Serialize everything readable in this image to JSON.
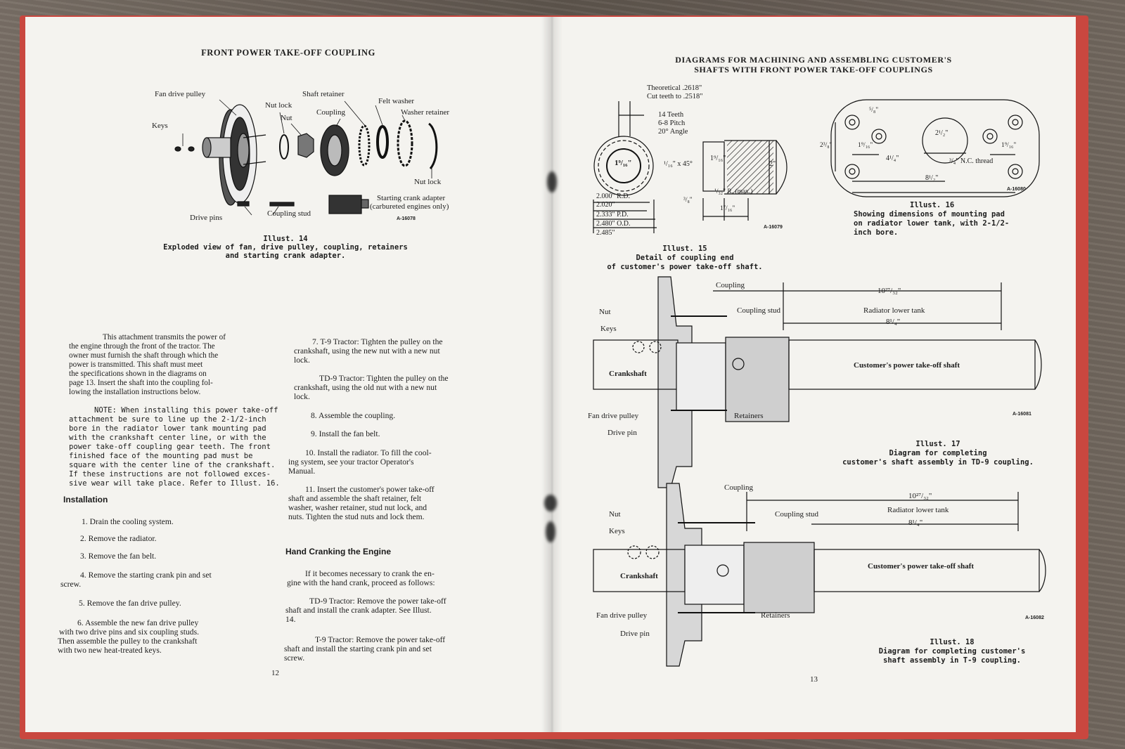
{
  "left_page": {
    "title": "FRONT POWER TAKE-OFF COUPLING",
    "illust14": {
      "labels": {
        "fan_drive_pulley": "Fan drive pulley",
        "nut_lock_top": "Nut lock",
        "nut": "Nut",
        "keys": "Keys",
        "shaft_retainer": "Shaft retainer",
        "coupling": "Coupling",
        "felt_washer": "Felt washer",
        "washer_retainer": "Washer retainer",
        "nut_lock_bottom": "Nut lock",
        "starting_crank_adapter": "Starting crank adapter",
        "carbureted": "(carbureted engines only)",
        "coupling_stud": "Coupling stud",
        "drive_pins": "Drive pins",
        "code": "A-16078"
      },
      "caption_title": "Illust. 14",
      "caption_line1": "Exploded view of fan, drive pulley, coupling, retainers",
      "caption_line2": "and starting crank adapter."
    },
    "intro": [
      "This attachment transmits the power of",
      "the engine through the front of the tractor. The",
      "owner must furnish the shaft through which the",
      "power is transmitted.  This shaft must meet",
      "the specifications shown in the diagrams on",
      "page 13.  Insert the shaft into the coupling fol-",
      "lowing the installation instructions below."
    ],
    "note": [
      "NOTE: When installing this power take-off",
      "attachment be sure to line up the 2-1/2-inch",
      "bore in the radiator lower tank mounting pad",
      "with the crankshaft center line, or with the",
      "power take-off coupling gear teeth.  The front",
      "finished face of the mounting pad must be",
      "square with the center line of the crankshaft.",
      "If these instructions are not followed exces-",
      "sive wear will take place. Refer to Illust. 16."
    ],
    "installation_heading": "Installation",
    "steps_left": [
      "1.  Drain the cooling system.",
      "2.  Remove the radiator.",
      "3.  Remove the fan belt.",
      "4.  Remove the starting crank pin and set",
      "screw.",
      "5.  Remove the fan drive pulley.",
      "6.  Assemble the new fan drive pulley",
      "with two drive pins and six coupling studs.",
      "Then assemble the pulley to the crankshaft",
      "with two new heat-treated keys."
    ],
    "steps_right": [
      "7.  T-9 Tractor:   Tighten the pulley on the",
      "crankshaft, using the new nut with a new nut",
      "lock.",
      "TD-9 Tractor: Tighten the pulley on the",
      "crankshaft, using the old nut with a new nut",
      "lock.",
      "8.  Assemble the coupling.",
      "9.  Install the fan belt.",
      "10.  Install the radiator.  To fill the cool-",
      "ing system, see your tractor Operator's",
      "Manual.",
      "11.  Insert the customer's power take-off",
      "shaft and assemble the shaft retainer, felt",
      "washer, washer retainer, stud nut lock, and",
      "nuts.  Tighten the stud nuts and lock them."
    ],
    "hand_cranking_heading": "Hand Cranking the Engine",
    "hand_cranking": [
      "If it becomes necessary to crank the en-",
      "gine with the hand crank, proceed as follows:",
      "TD-9 Tractor: Remove the power take-off",
      "shaft and install the crank adapter. See Illust.",
      "14.",
      "T-9 Tractor:   Remove the power take-off",
      "shaft and install the starting crank pin and set",
      "screw."
    ],
    "page_number": "12"
  },
  "right_page": {
    "title_line1": "DIAGRAMS FOR MACHINING AND ASSEMBLING CUSTOMER'S",
    "title_line2": "SHAFTS WITH FRONT POWER TAKE-OFF COUPLINGS",
    "illust15": {
      "theoretical": "Theoretical .2618\"",
      "cut_teeth": "Cut teeth to .2518\"",
      "teeth": "14 Teeth",
      "pitch": "6-8 Pitch",
      "angle": "20° Angle",
      "bore": "1⁹/₁₆\"",
      "chamfer": "¹/₁₆\" x 45°",
      "dia_small": "1⁹/₁₆\"",
      "dia_big": "2\"",
      "radius": "¹/₃₂\" R. (max.)",
      "step_a": "³/₈\"",
      "step_b": "1⁷/₁₆\"",
      "rd1": "2.000\" R.D.",
      "rd2": "2.020\"",
      "pd": "2.333\" P.D.",
      "od1": "2.480\" O.D.",
      "od2": "2.485\"",
      "code": "A-16079",
      "caption_title": "Illust. 15",
      "caption_line1": "Detail of coupling end",
      "caption_line2": "of customer's power take-off shaft."
    },
    "illust16": {
      "d_58": "⁵/₈\"",
      "d_212": "2¹/₂\"",
      "d_238": "2³/₈\"",
      "d_1916a": "1⁹/₁₆\"",
      "d_1916b": "1⁹/₁₆\"",
      "d_414": "4¹/₄\"",
      "d_812": "8¹/₂\"",
      "thread": "³/₄\" N.C. thread",
      "code": "A-16080",
      "caption_title": "Illust. 16",
      "caption_line1": "Showing dimensions of mounting pad",
      "caption_line2": "on radiator lower tank, with 2-1/2-",
      "caption_line3": "inch bore."
    },
    "illust17": {
      "coupling": "Coupling",
      "nut": "Nut",
      "keys": "Keys",
      "coupling_stud": "Coupling stud",
      "dim_long": "10²⁷/₃₂\"",
      "radiator": "Radiator lower tank",
      "dim_short": "8¹/₄\"",
      "crankshaft": "Crankshaft",
      "customer_shaft": "Customer's power take-off shaft",
      "fan_drive_pulley": "Fan drive pulley",
      "retainers": "Retainers",
      "drive_pin": "Drive pin",
      "code": "A-16081",
      "caption_title": "Illust. 17",
      "caption_line1": "Diagram for completing",
      "caption_line2": "customer's shaft assembly in TD-9 coupling."
    },
    "illust18": {
      "coupling": "Coupling",
      "nut": "Nut",
      "keys": "Keys",
      "coupling_stud": "Coupling stud",
      "dim_long": "10²⁷/₃₂\"",
      "radiator": "Radiator lower tank",
      "dim_short": "8¹/₄\"",
      "crankshaft": "Crankshaft",
      "customer_shaft": "Customer's power take-off shaft",
      "fan_drive_pulley": "Fan drive pulley",
      "retainers": "Retainers",
      "drive_pin": "Drive pin",
      "code": "A-16082",
      "caption_title": "Illust. 18",
      "caption_line1": "Diagram for completing customer's",
      "caption_line2": "shaft assembly in T-9 coupling."
    },
    "page_number": "13"
  }
}
